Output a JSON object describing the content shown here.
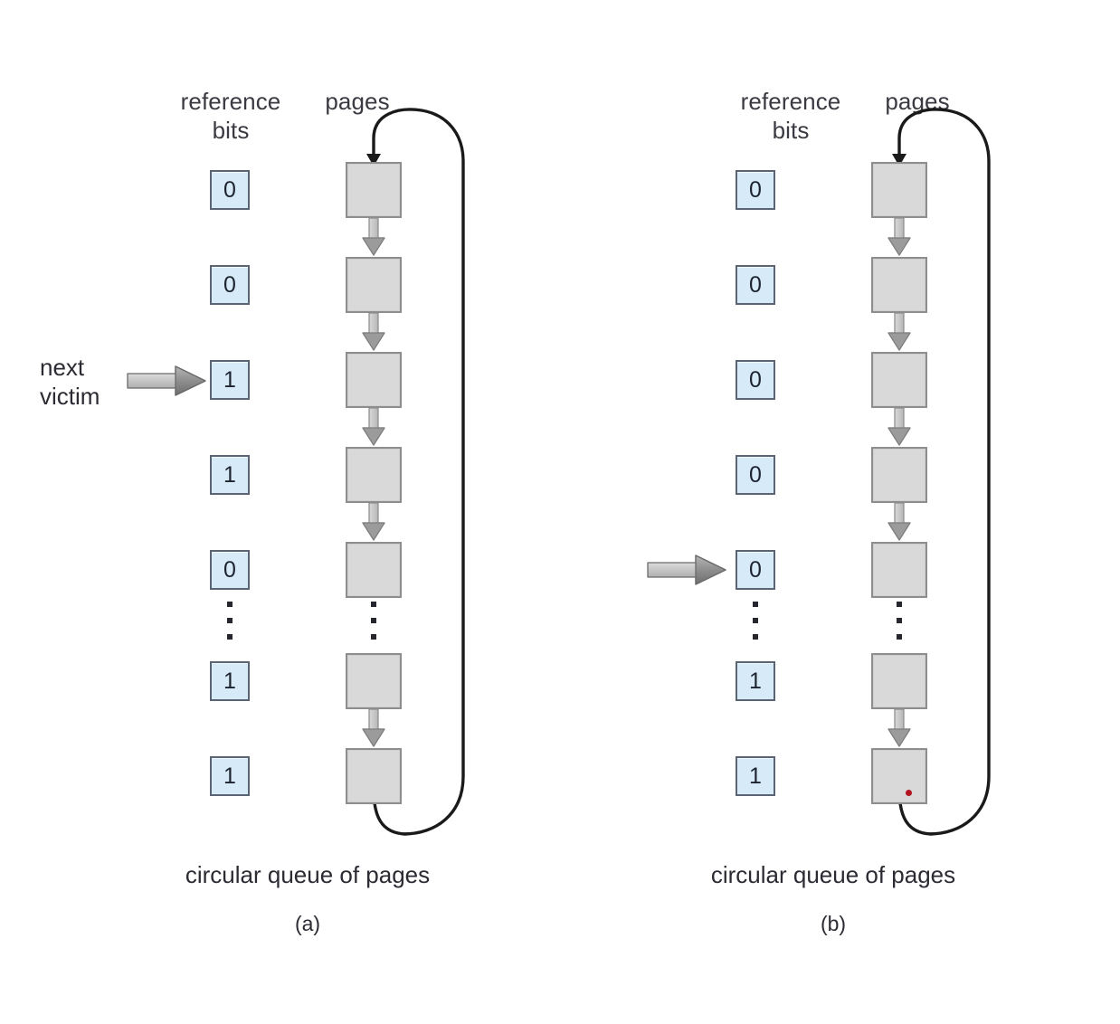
{
  "figure": {
    "title": "Second-chance (clock) page-replacement algorithm",
    "colors": {
      "bit_fill": "#d7eaf8",
      "bit_border": "#5a6472",
      "page_fill": "#d9d9d9",
      "page_border": "#8d8d8d",
      "loop_stroke": "#1a1a1a",
      "red_marker": "#b3121f",
      "text": "#2b2b33"
    },
    "panels": [
      {
        "id": "a",
        "caption": "circular queue of pages",
        "sub_caption": "(a)",
        "headings": {
          "reference_bits": "reference\nbits",
          "pages": "pages"
        },
        "pointer": {
          "label": "next\nvictim",
          "has_label": true,
          "target_index": 2
        },
        "reference_bits": [
          "0",
          "0",
          "1",
          "1",
          "0",
          "1",
          "1"
        ],
        "ellipsis_after_index": 4,
        "page_count": 7,
        "red_marker_on_last_page": false
      },
      {
        "id": "b",
        "caption": "circular queue of pages",
        "sub_caption": "(b)",
        "headings": {
          "reference_bits": "reference\nbits",
          "pages": "pages"
        },
        "pointer": {
          "label": "",
          "has_label": false,
          "target_index": 4
        },
        "reference_bits": [
          "0",
          "0",
          "0",
          "0",
          "0",
          "1",
          "1"
        ],
        "ellipsis_after_index": 4,
        "page_count": 7,
        "red_marker_on_last_page": true
      }
    ]
  }
}
